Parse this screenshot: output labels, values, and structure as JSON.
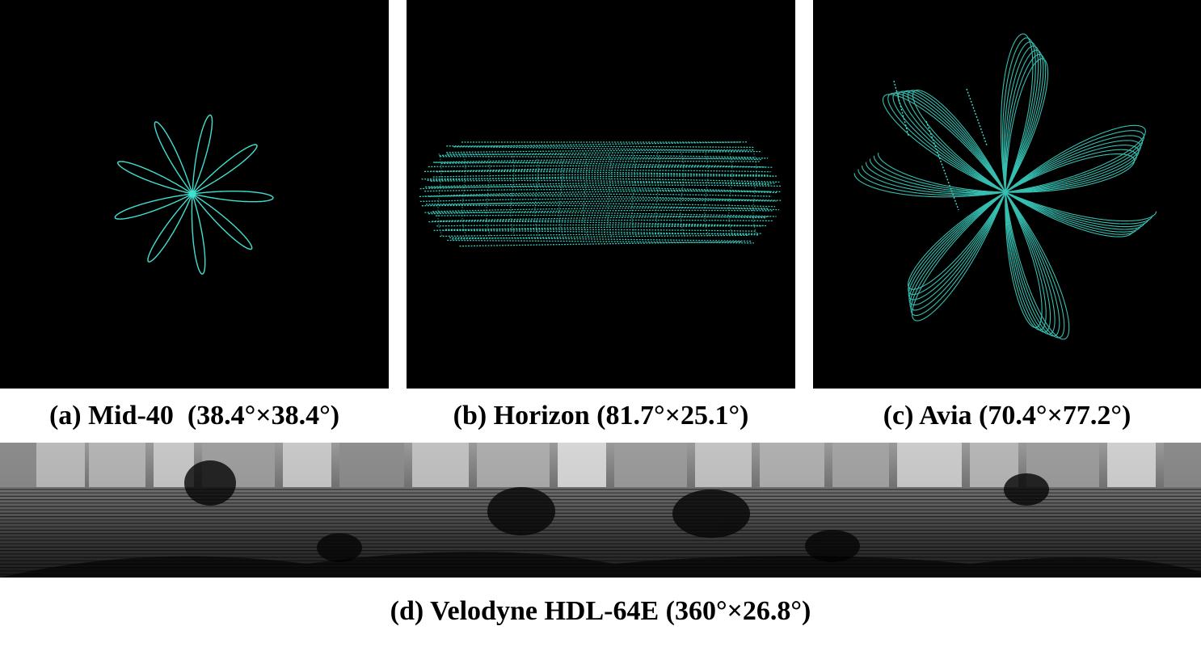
{
  "figure": {
    "panels": [
      {
        "id": "a",
        "caption": "(a) Mid-40  (38.4°×38.4°)",
        "pattern": "rosette"
      },
      {
        "id": "b",
        "caption": "(b) Horizon (81.7°×25.1°)",
        "pattern": "non-repetitive-band"
      },
      {
        "id": "c",
        "caption": "(c) Avia (70.4°×77.2°)",
        "pattern": "multi-rosette"
      },
      {
        "id": "d",
        "caption": "(d) Velodyne HDL-64E (360°×26.8°)",
        "pattern": "range-image"
      }
    ],
    "colors": {
      "scan_points": "#40e0d0",
      "panel_background": "#000000",
      "range_image_light": "#d8d8d8",
      "range_image_dark": "#1a1a1a"
    }
  }
}
